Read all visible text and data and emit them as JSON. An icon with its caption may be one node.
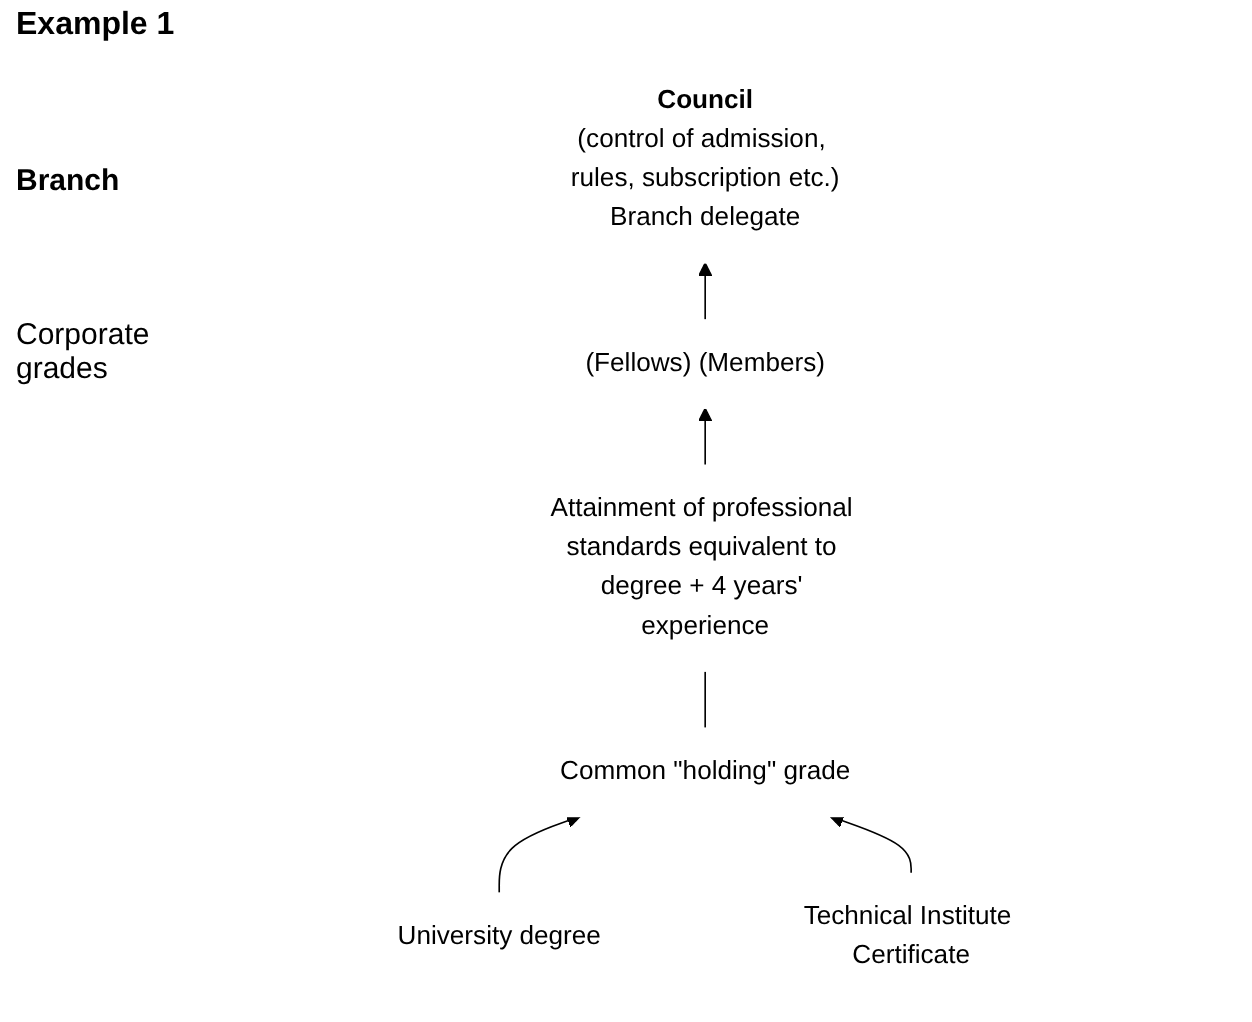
{
  "diagram": {
    "title": "Example 1",
    "nodes": [
      {
        "text": [
          "Council",
          "(control of admission, rules, subscription etc.)",
          "Branch delegate"
        ]
      },
      {
        "text": [
          "(Fellows) (Members)"
        ]
      },
      {
        "text": [
          "Attainment of professional standards equivalent to degree + 4 years' experience"
        ]
      },
      {
        "text": [
          "Common \"holding\" grade"
        ]
      },
      {
        "text": [
          "University degree"
        ]
      },
      {
        "text": [
          "Technical Institute Certificate"
        ]
      }
    ],
    "edges": [
      {
        "from": 1,
        "to": 0,
        "arrow": "to"
      },
      {
        "from": 2,
        "to": 1,
        "arrow": "to"
      },
      {
        "from": 3,
        "to": 2,
        "arrow": "none"
      },
      {
        "from": 4,
        "to": 3,
        "arrow": "to"
      },
      {
        "from": 5,
        "to": 3,
        "arrow": "to"
      }
    ],
    "labels": [
      "Branch",
      "Corporate grades"
    ]
  }
}
